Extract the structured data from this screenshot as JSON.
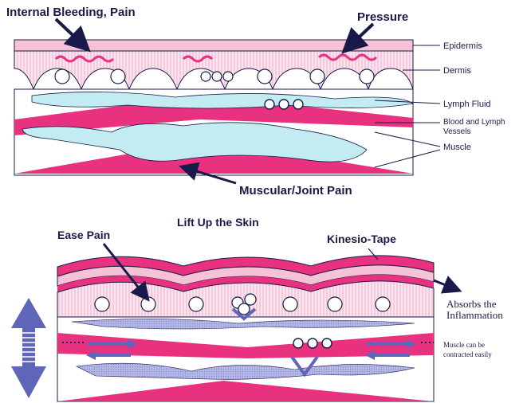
{
  "top_panel": {
    "title_left": "Internal Bleeding, Pain",
    "title_right": "Pressure",
    "labels": {
      "epidermis": "Epidermis",
      "dermis": "Dermis",
      "lymph_fluid": "Lymph Fluid",
      "blood_lymph_line1": "Blood and Lymph",
      "blood_lymph_line2": "Vessels",
      "muscle": "Muscle"
    },
    "caption": "Muscular/Joint Pain"
  },
  "bottom_panel": {
    "title": "Lift Up the Skin",
    "ease_pain": "Ease Pain",
    "tape": "Kinesio-Tape",
    "absorbs_line1": "Absorbs the",
    "absorbs_line2": "Inflammation",
    "muscle_note_line1": "Muscle can be",
    "muscle_note_line2": "contracted easily"
  },
  "colors": {
    "pink": "#e8317f",
    "light_pink": "#f6c2d6",
    "lymph_blue": "#c3ecf2",
    "lavender": "#b4b6e6",
    "outline": "#1a1a4a",
    "arrow_blue": "#5f65b8"
  }
}
